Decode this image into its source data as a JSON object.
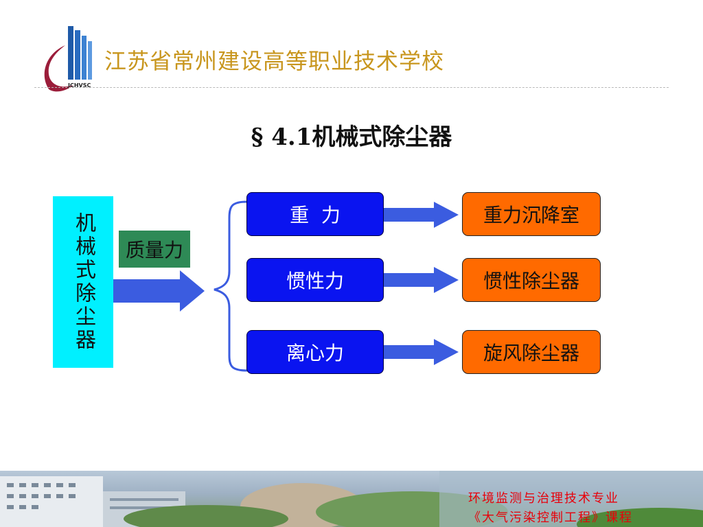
{
  "header": {
    "logo_text": "JCHVSC",
    "school_name": "江苏省常州建设高等职业技术学校"
  },
  "slide": {
    "title": "§ 4.1机械式除尘器"
  },
  "diagram": {
    "main_label": "机械式除尘器",
    "mass_force_label": "质量力",
    "forces": [
      "重  力",
      "惯性力",
      "离心力"
    ],
    "devices": [
      "重力沉降室",
      "惯性除尘器",
      "旋风除尘器"
    ]
  },
  "footer": {
    "line1": "环境监测与治理技术专业",
    "line2": "《大气污染控制工程》课程"
  },
  "colors": {
    "main_box": "#00f0ff",
    "mass_box": "#2e8a56",
    "force_box": "#0a14f0",
    "device_box": "#ff6a00",
    "arrow": "#3b5ce0",
    "school_text": "#c8961e",
    "footer_text": "#e8000a"
  }
}
